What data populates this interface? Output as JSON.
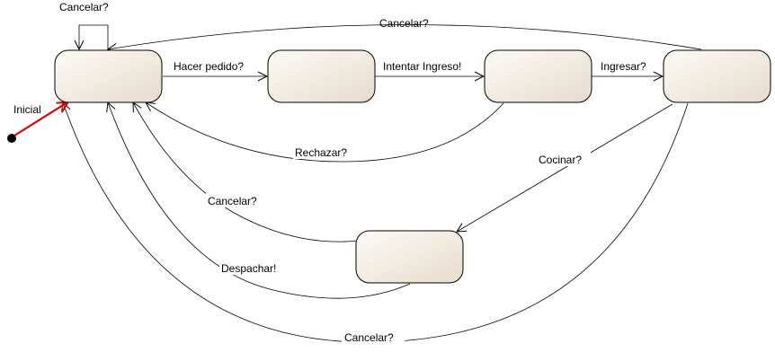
{
  "colors": {
    "state_fill_light": "#fdfbf7",
    "state_fill_dark": "#e6dccb",
    "state_stroke": "#000000",
    "initial_transition": "#e00000",
    "edge": "#000000"
  },
  "states": [
    {
      "id": "s1",
      "name": ""
    },
    {
      "id": "s2",
      "name": ""
    },
    {
      "id": "s3",
      "name": ""
    },
    {
      "id": "s4",
      "name": ""
    },
    {
      "id": "s5",
      "name": ""
    }
  ],
  "transitions": {
    "inicial": "Inicial",
    "cancelar_self": "Cancelar?",
    "hacer_pedido": "Hacer pedido?",
    "intentar_ingreso": "Intentar Ingreso!",
    "ingresar": "Ingresar?",
    "cancelar_top": "Cancelar?",
    "rechazar": "Rechazar?",
    "cocinar": "Cocinar?",
    "cancelar_mid": "Cancelar?",
    "despachar": "Despachar!",
    "cancelar_bottom": "Cancelar?"
  }
}
